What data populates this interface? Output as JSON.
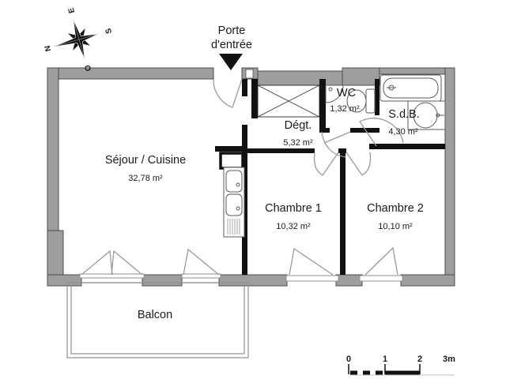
{
  "annotations": {
    "entry_door_line1": "Porte",
    "entry_door_line2": "d'entrée"
  },
  "rooms": {
    "sejour": {
      "name": "Séjour / Cuisine",
      "area": "32,78 m²"
    },
    "degagement": {
      "name": "Dégt.",
      "area": "5,32 m²"
    },
    "wc": {
      "name": "WC",
      "area": "1,32 m²"
    },
    "sdb": {
      "name": "S.d.B.",
      "area": "4,30 m²"
    },
    "chambre1": {
      "name": "Chambre 1",
      "area": "10,32 m²"
    },
    "chambre2": {
      "name": "Chambre 2",
      "area": "10,10 m²"
    },
    "balcon": {
      "name": "Balcon"
    }
  },
  "compass": {
    "north": "N",
    "south": "S",
    "east": "E",
    "west": "O"
  },
  "scale_bar": {
    "tick0": "0",
    "tick1": "1",
    "tick2": "2",
    "tick3": "3m"
  },
  "colors": {
    "exterior_wall": "#9e9e9e",
    "wall_outline": "#4c4c4c",
    "partition": "#111111",
    "door_arc": "#9a9a9a",
    "text": "#1a1a1a",
    "background": "#ffffff"
  }
}
